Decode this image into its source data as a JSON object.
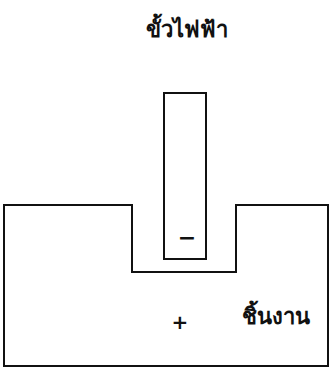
{
  "diagram": {
    "nodes": [
      {
        "text": [
          "ขั้วไฟฟ้า",
          "−"
        ]
      },
      {
        "text": [
          "+",
          "ชิ้นงาน"
        ]
      }
    ]
  }
}
